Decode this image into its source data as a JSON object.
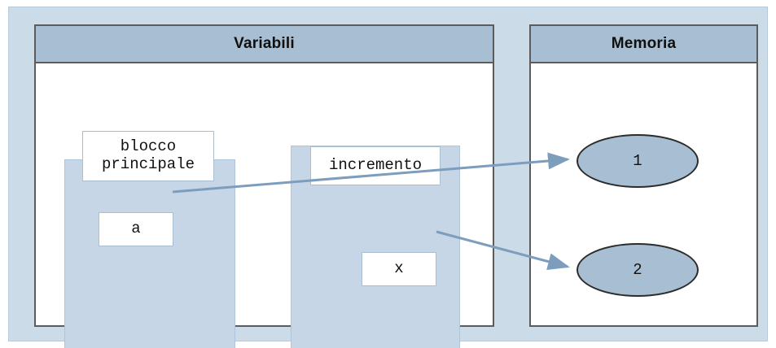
{
  "diagram": {
    "title_variables": "Variabili",
    "title_memory": "Memoria",
    "scopes": [
      {
        "name": "main-scope",
        "label": "blocco\nprincipale"
      },
      {
        "name": "incremento-scope",
        "label": "incremento"
      }
    ],
    "variables": [
      {
        "name": "variable-a",
        "label": "a"
      },
      {
        "name": "variable-x",
        "label": "x"
      }
    ],
    "memory_cells": [
      {
        "name": "memory-cell-1",
        "label": "1"
      },
      {
        "name": "memory-cell-2",
        "label": "2"
      }
    ],
    "arrows": [
      {
        "from": "a",
        "to": "1"
      },
      {
        "from": "x",
        "to": "2"
      }
    ],
    "colors": {
      "backdrop": "#ccdbe8",
      "header": "#a8bed2",
      "scope": "#c6d6e6",
      "cell_fill": "#a8bed2",
      "arrow": "#7d9dbd",
      "border": "#5c5c5c"
    }
  }
}
